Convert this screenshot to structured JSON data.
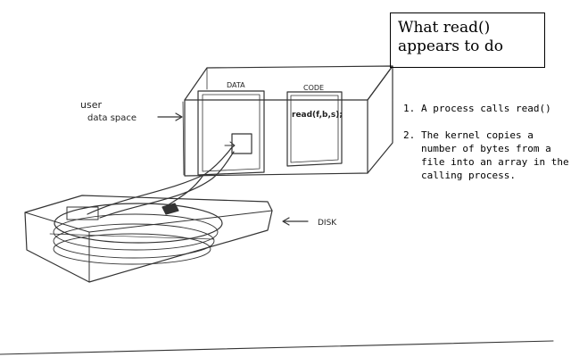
{
  "title": "What read() appears to do",
  "steps": [
    {
      "num": "1.",
      "text": "A process calls read()"
    },
    {
      "num": "2.",
      "text": "The kernel copies a number of bytes from a file into an array in the calling process."
    }
  ],
  "sketch_labels": {
    "user_line1": "user",
    "user_line2": "data space",
    "data": "DATA",
    "code": "CODE",
    "read_call": "read(f,b,s);",
    "disk": "DISK"
  }
}
